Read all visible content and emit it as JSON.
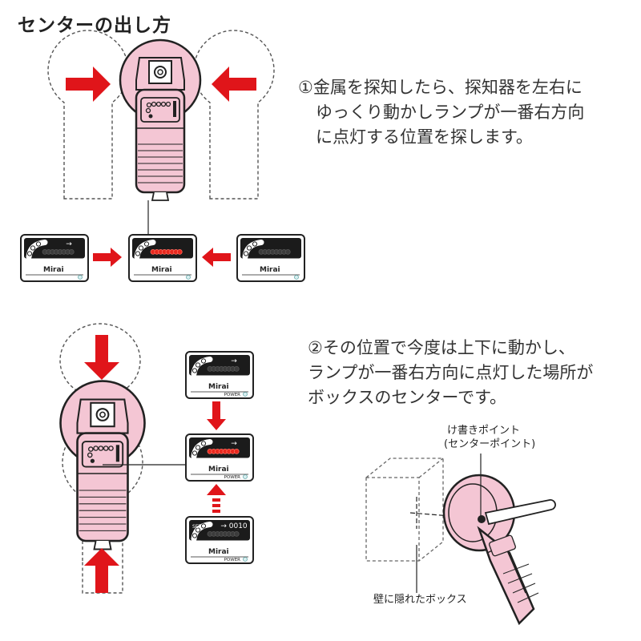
{
  "title": "センターの出し方",
  "step1": {
    "lines": [
      "①金属を探知したら、探知器を左右に",
      "ゆっくり動かしランプが一番右方向",
      "に点灯する位置を探します。"
    ]
  },
  "step2": {
    "lines": [
      "②その位置で今度は上下に動かし、",
      "ランプが一番右方向に点灯した場所が",
      "ボックスのセンターです。"
    ]
  },
  "panel": {
    "brand": "Mirai",
    "power": "POWER",
    "arrow": "→",
    "arrow_alt": "→ 0010",
    "set": "SET"
  },
  "callouts": {
    "marking_point": "け書きポイント",
    "center_point": "(センターポイント)",
    "hidden_box": "壁に隠れたボックス"
  },
  "colors": {
    "device_pink": "#f4c6d4",
    "arrow_red": "#e0151a",
    "lamp_red": "#e8281e",
    "lamp_off": "#3b3b3b",
    "panel_dark": "#1b1b1b"
  }
}
